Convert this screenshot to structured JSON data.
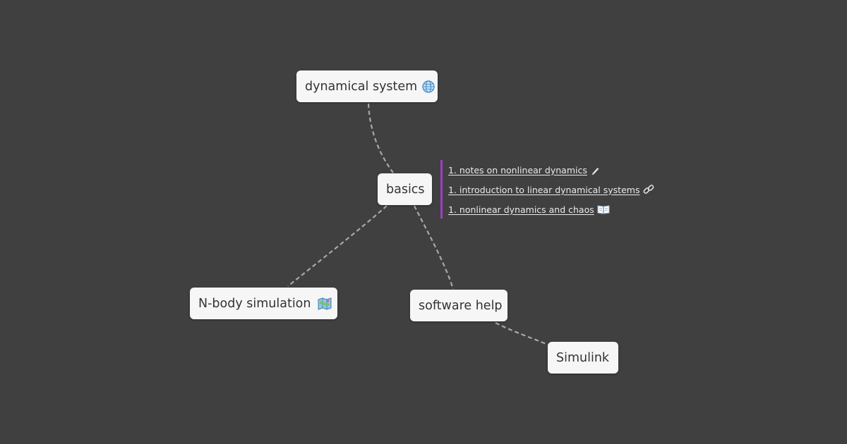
{
  "map": {
    "background": "#404040",
    "edge_color": "#a8a8a8",
    "accent_color": "#9f3fc0"
  },
  "nodes": {
    "dynamical_system": {
      "label": "dynamical system",
      "icon": "globe-icon"
    },
    "basics": {
      "label": "basics"
    },
    "nbody_simulation": {
      "label": "N-body simulation",
      "icon": "map-icon"
    },
    "software_help": {
      "label": "software help"
    },
    "simulink": {
      "label": "Simulink"
    }
  },
  "notes": [
    {
      "label": "1. notes on nonlinear dynamics",
      "icon": "pen-icon"
    },
    {
      "label": "1. introduction to linear dynamical systems",
      "icon": "link-icon"
    },
    {
      "label": "1. nonlinear dynamics and chaos",
      "icon": "book-icon"
    }
  ]
}
